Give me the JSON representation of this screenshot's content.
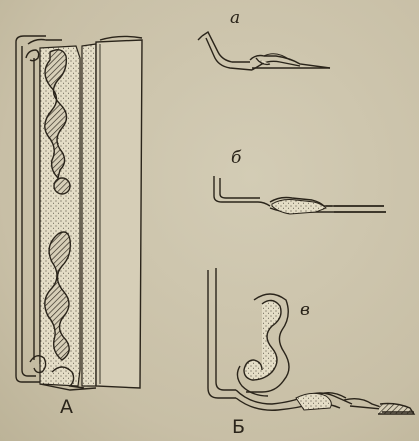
{
  "figure": {
    "label_A": "А",
    "label_B": "Б",
    "label_a": "а",
    "label_b": "б",
    "label_v": "в"
  },
  "colors": {
    "ink": "#2a241a",
    "paper": "#cbc3ab",
    "stipple": "#e6dfc8"
  }
}
